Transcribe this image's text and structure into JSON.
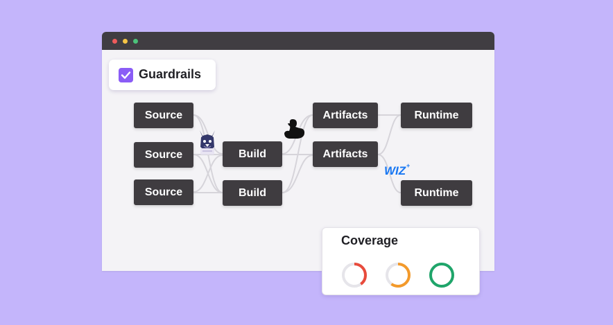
{
  "window": {
    "controls": [
      "close",
      "minimize",
      "maximize"
    ]
  },
  "guardrails": {
    "title": "Guardrails",
    "checked": true,
    "accent": "#8a5cf6"
  },
  "pipeline": {
    "sources": [
      "Source",
      "Source",
      "Source"
    ],
    "builds": [
      "Build",
      "Build"
    ],
    "artifacts": [
      "Artifacts",
      "Artifacts"
    ],
    "runtimes": [
      "Runtime",
      "Runtime"
    ],
    "tool_icons": [
      "dog-mascot-icon",
      "duck-icon",
      "wiz-logo-icon"
    ],
    "logo_text": "WIZ"
  },
  "coverage": {
    "title": "Coverage",
    "gauges": [
      {
        "color": "#e84b3c",
        "fraction": 0.4
      },
      {
        "color": "#f39a2b",
        "fraction": 0.6
      },
      {
        "color": "#1fa56a",
        "fraction": 1.0
      }
    ]
  }
}
